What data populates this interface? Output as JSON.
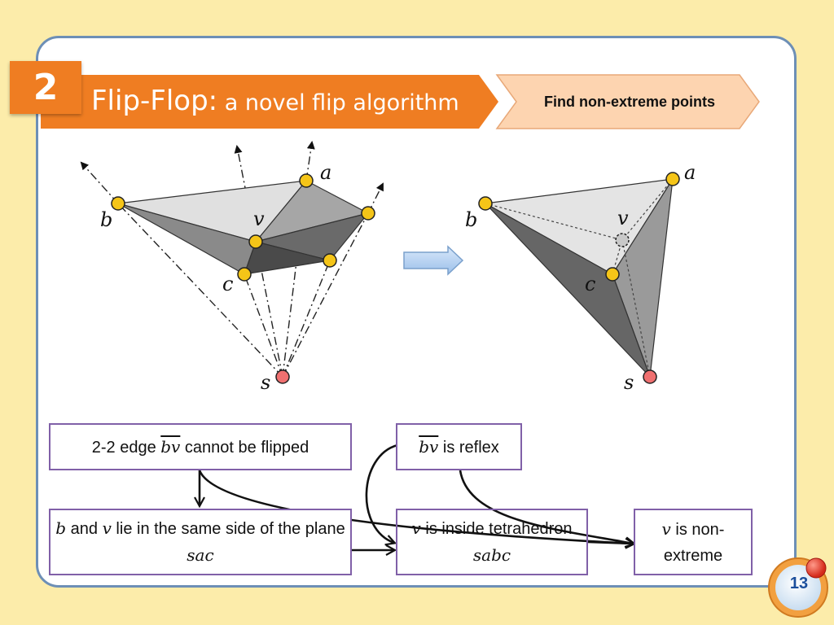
{
  "slide": {
    "number": "2",
    "title_main": "Flip-Flop:",
    "title_sub": " a novel flip algorithm",
    "subtitle_tag": "Find non-extreme points",
    "page_number": "13"
  },
  "figure_left": {
    "labels": {
      "a": "a",
      "b": "b",
      "c": "c",
      "v": "v",
      "s": "s"
    }
  },
  "figure_right": {
    "labels": {
      "a": "a",
      "b": "b",
      "c": "c",
      "v": "v",
      "s": "s"
    }
  },
  "boxes": {
    "box1": {
      "pre": "2-2 edge ",
      "edge": "bv",
      "post": " cannot be flipped"
    },
    "box2": {
      "edge": "bv",
      "post": " is reflex"
    },
    "box3": {
      "b": "b",
      "and": " and ",
      "v": "v",
      "mid": " lie in the same side of the plane ",
      "plane": "sac"
    },
    "box4": {
      "v": "v",
      "mid": " is inside tetrahedron ",
      "tet": "sabc"
    },
    "box5": {
      "v": "v",
      "post": " is non-extreme"
    }
  },
  "colors": {
    "background": "#fcecaa",
    "card_border": "#6d8fb6",
    "title_bar": "#ef7d22",
    "subtitle_tag": "#fdd4b0",
    "vertex_yellow": "#f5c518",
    "vertex_red": "#f07070",
    "box_border": "#8060a8"
  }
}
